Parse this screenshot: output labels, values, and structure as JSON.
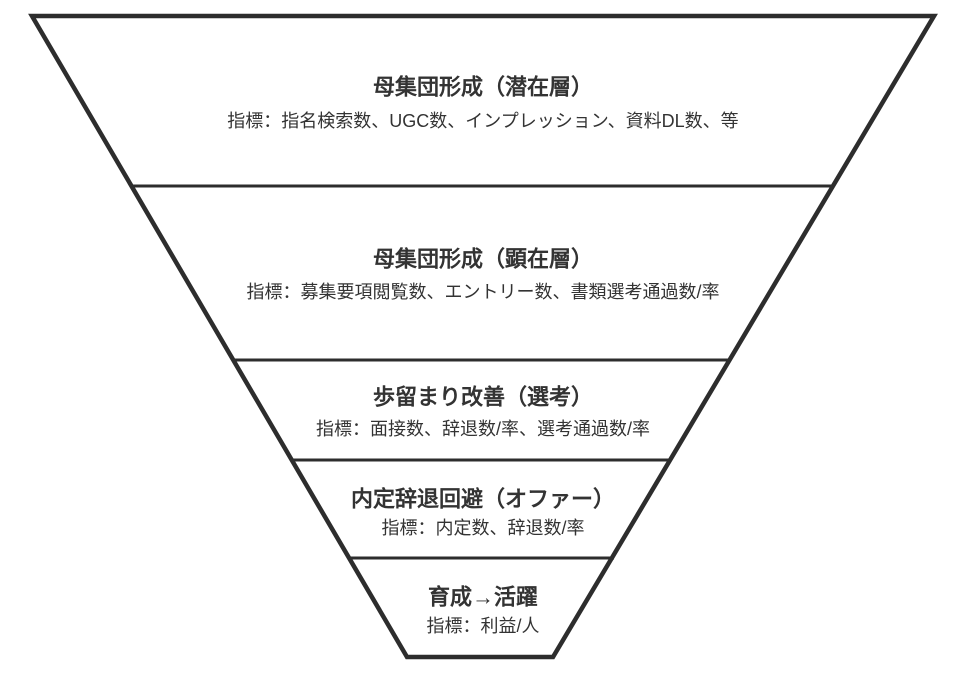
{
  "diagram": {
    "type": "inverted-funnel",
    "title": "",
    "tiers": [
      {
        "title": "母集団形成（潜在層）",
        "metrics": "指標：指名検索数、UGC数、インプレッション、資料DL数、等"
      },
      {
        "title": "母集団形成（顕在層）",
        "metrics": "指標：募集要項閲覧数、エントリー数、書類選考通過数/率"
      },
      {
        "title": "歩留まり改善（選考）",
        "metrics": "指標：面接数、辞退数/率、選考通過数/率"
      },
      {
        "title": "内定辞退回避（オファー）",
        "metrics": "指標：内定数、辞退数/率"
      },
      {
        "title": "育成→活躍",
        "metrics": "指標：利益/人"
      }
    ],
    "colors": {
      "line": "#2d2d2d",
      "text": "#333333",
      "background": "#ffffff"
    }
  }
}
